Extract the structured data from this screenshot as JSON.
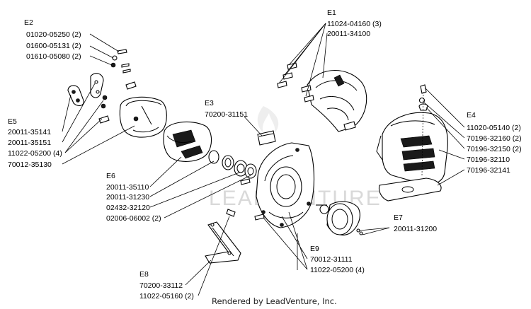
{
  "groups": {
    "e1": {
      "id": "E1",
      "parts": [
        "11024-04160 (3)",
        "20011-34100"
      ]
    },
    "e2": {
      "id": "E2",
      "parts": [
        "01020-05250 (2)",
        "01600-05131 (2)",
        "01610-05080 (2)"
      ]
    },
    "e3": {
      "id": "E3",
      "parts": [
        "70200-31151"
      ]
    },
    "e4": {
      "id": "E4",
      "parts": [
        "11020-05140 (2)",
        "70196-32160 (2)",
        "70196-32150 (2)",
        "70196-32110",
        "70196-32141"
      ]
    },
    "e5": {
      "id": "E5",
      "parts": [
        "20011-35141",
        "20011-35151",
        "11022-05200 (4)",
        "70012-35130"
      ]
    },
    "e6": {
      "id": "E6",
      "parts": [
        "20011-35110",
        "20011-31230",
        "02432-32120",
        "02006-06002 (2)"
      ]
    },
    "e7": {
      "id": "E7",
      "parts": [
        "20011-31200"
      ]
    },
    "e8": {
      "id": "E8",
      "parts": [
        "70200-33112",
        "11022-05160 (2)"
      ]
    },
    "e9": {
      "id": "E9",
      "parts": [
        "70012-31111",
        "11022-05200 (4)"
      ]
    }
  },
  "watermark": "LEADVENTURE",
  "footer": "Rendered by LeadVenture, Inc."
}
